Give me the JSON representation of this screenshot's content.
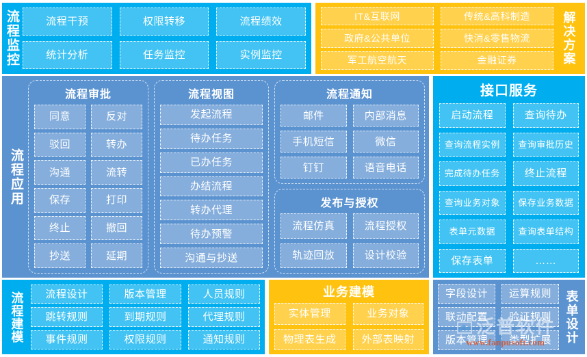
{
  "sections": {
    "monitor": {
      "label": "流程监控",
      "accent": "#00AEEF",
      "items": [
        "流程干预",
        "权限转移",
        "流程绩效",
        "统计分析",
        "任务监控",
        "实例监控"
      ]
    },
    "solution": {
      "label": "解决方案",
      "accent": "#FFC20E",
      "items": [
        "IT&互联网",
        "传统&高科制造",
        "政府&公共单位",
        "快消&零售物流",
        "军工航空航天",
        "金融证券"
      ]
    },
    "application": {
      "label": "流程应用",
      "accent": "#5B92D0",
      "groups": [
        {
          "title": "流程审批",
          "items": [
            "同意",
            "反对",
            "驳回",
            "转办",
            "沟通",
            "流转",
            "保存",
            "打印",
            "终止",
            "撤回",
            "抄送",
            "延期"
          ]
        },
        {
          "title": "流程视图",
          "items": [
            "发起流程",
            "待办任务",
            "已办任务",
            "办结流程",
            "转办代理",
            "待办预警",
            "沟通与抄送"
          ]
        },
        {
          "title": "流程通知",
          "items": [
            "邮件",
            "内部消息",
            "手机短信",
            "微信",
            "钉钉",
            "语音电话"
          ]
        },
        {
          "title": "发布与授权",
          "items": [
            "流程仿真",
            "流程授权",
            "轨迹回放",
            "设计校验"
          ]
        }
      ]
    },
    "api": {
      "title": "接口服务",
      "accent": "#00AEEF",
      "items": [
        "启动流程",
        "查询待办",
        "查询流程实例",
        "查询审批历史",
        "完成待办任务",
        "终止流程",
        "查询业务对象",
        "保存业务数据",
        "表单元数据",
        "查询表单结构",
        "保存表单",
        "……"
      ]
    },
    "process_modeling": {
      "label": "流程建模",
      "accent": "#00AEEF",
      "items": [
        "流程设计",
        "版本管理",
        "人员规则",
        "跳转规则",
        "到期规则",
        "代理规则",
        "事件规则",
        "权限规则",
        "通知规则"
      ]
    },
    "business_modeling": {
      "title": "业务建模",
      "accent": "#FFC20E",
      "items": [
        "实体管理",
        "业务对象",
        "物理表生成",
        "外部表映射"
      ]
    },
    "form_design": {
      "label": "表单设计",
      "accent": "#5B92D0",
      "items": [
        "字段设计",
        "运算规则",
        "联动配置",
        "验证规则",
        "版本管理",
        "类型扩展"
      ]
    }
  },
  "watermark": {
    "brand": "泛普软件",
    "url": "www.fanpusoft.com"
  }
}
